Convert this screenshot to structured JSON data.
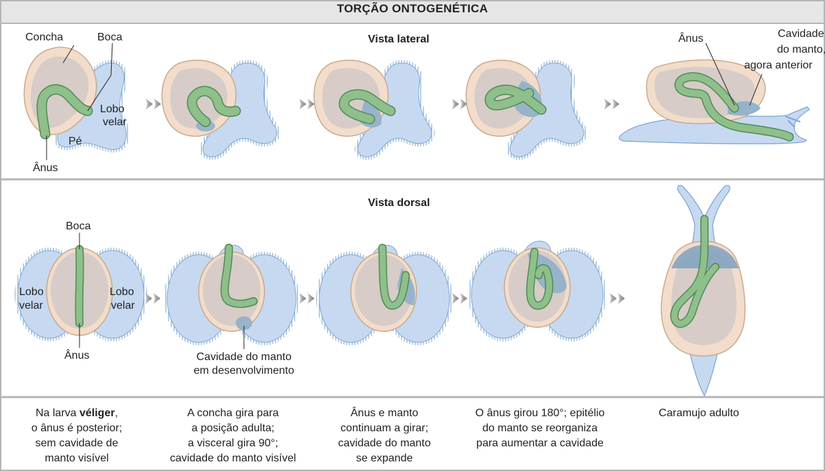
{
  "title": "TORÇÃO ONTOGENÉTICA",
  "views": {
    "lateral": "Vista lateral",
    "dorsal": "Vista dorsal"
  },
  "labels": {
    "concha": "Concha",
    "boca": "Boca",
    "lobo_velar_lateral": [
      "Lobo",
      "velar"
    ],
    "pe": "Pé",
    "anus": "Ânus",
    "anus_adult": "Ânus",
    "cavidade_adult": [
      "Cavidade",
      "do manto,",
      "agora anterior"
    ],
    "boca_dorsal": "Boca",
    "lobo_velar_left": [
      "Lobo",
      "velar"
    ],
    "lobo_velar_right": [
      "Lobo",
      "velar"
    ],
    "anus_dorsal": "Ânus",
    "cavidade_dev": [
      "Cavidade do manto",
      "em desenvolvimento"
    ]
  },
  "captions": [
    {
      "lines": [
        "Na larva ",
        "véliger",
        ",",
        "o ânus é posterior;",
        "sem cavidade de",
        "manto visível"
      ]
    },
    {
      "lines": [
        "A concha gira para",
        "a posição adulta;",
        "a visceral gira 90°;",
        "cavidade do manto visível"
      ]
    },
    {
      "lines": [
        "Ânus e manto",
        "continuam a girar;",
        "cavidade do manto",
        "se expande"
      ]
    },
    {
      "lines": [
        "O ânus girou 180°; epitélio",
        "do manto se reorganiza",
        "para aumentar a cavidade"
      ]
    },
    {
      "lines": [
        "Caramujo adulto"
      ]
    }
  ],
  "colors": {
    "frame": "#b5b5b5",
    "header_bg": "#e6e6e6",
    "shell": "#f2dccb",
    "shell_stroke": "#c9a98a",
    "body": "#cfc8c6",
    "velum": "#c6d9f1",
    "velum_stroke": "#7fa7cf",
    "gut": "#8fbf8a",
    "gut_stroke": "#4e8a55",
    "mantle": "#8fb0c9",
    "arrow": "#8a8a8a"
  }
}
